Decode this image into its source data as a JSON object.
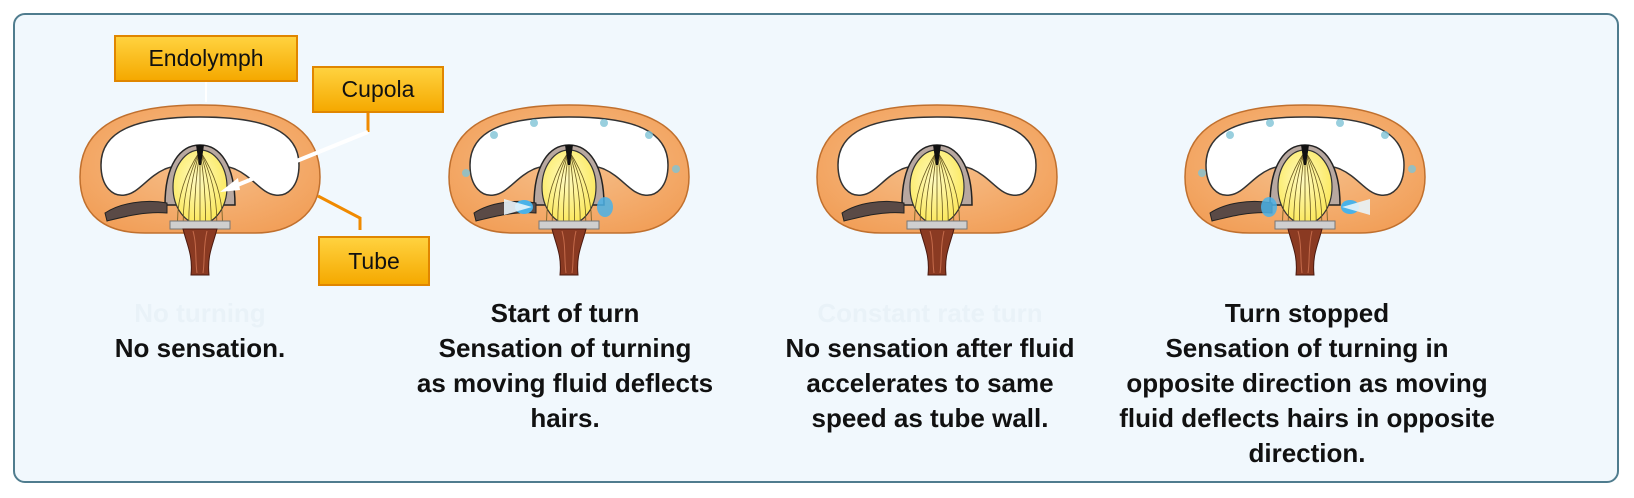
{
  "callouts": {
    "endolymph": "Endolymph",
    "cupola": "Cupola",
    "tube": "Tube"
  },
  "panels": [
    {
      "heading": "No turning",
      "heading_faint": true,
      "body": "No sensation.",
      "flow": "none"
    },
    {
      "heading": "Start of turn",
      "heading_faint": false,
      "body": "Sensation of turning\nas moving fluid deflects\nhairs.",
      "flow": "forward"
    },
    {
      "heading": "Constant rate turn",
      "heading_faint": true,
      "body": "No sensation after fluid\naccelerates to same\nspeed as tube wall.",
      "flow": "none"
    },
    {
      "heading": "Turn stopped",
      "heading_faint": false,
      "body": "Sensation of turning in\nopposite direction as moving\nfluid deflects hairs in opposite\ndirection.",
      "flow": "reverse"
    }
  ],
  "colors": {
    "tube_fill": "#f2a05a",
    "tube_edge": "#f6c08c",
    "cupola_yellow": "#fbe85c",
    "endolymph_bg": "#ffffff",
    "flow_blue": "#4ab2e8",
    "callout_fill": "#ffc51e",
    "callout_border": "#e08600",
    "frame_border": "#4f7c8e",
    "frame_bg": "#f1f8fd"
  }
}
